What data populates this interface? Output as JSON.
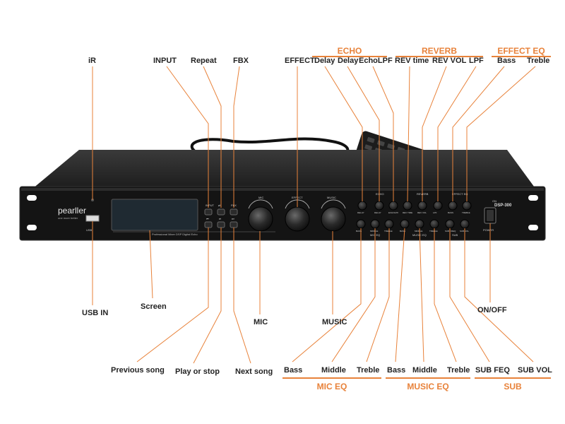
{
  "colors": {
    "accent": "#e8823a",
    "device": "#1a1a1a",
    "knob": "#2a2a2a",
    "text": "#222222"
  },
  "groups": {
    "echo": "ECHO",
    "reverb": "REVERB",
    "effect_eq": "EFFECT EQ",
    "mic_eq": "MIC EQ",
    "music_eq": "MUSIC EQ",
    "sub": "SUB"
  },
  "top_labels": {
    "ir": "iR",
    "input": "INPUT",
    "repeat": "Repeat",
    "fbx": "FBX",
    "effect": "EFFECT",
    "delay1": "Delay",
    "delay2": "Delay",
    "echo_lpf": "EchoLPF",
    "rev_time": "REV time",
    "rev_vol": "REV VOL",
    "lpf": "LPF",
    "bass": "Bass",
    "treble": "Treble"
  },
  "bottom_labels": {
    "usb_in": "USB IN",
    "screen": "Screen",
    "mic": "MIC",
    "music": "MUSIC",
    "on_off": "ON/OFF",
    "previous_song": "Previous song",
    "play_or_stop": "Play or stop",
    "next_song": "Next song",
    "mic_bass": "Bass",
    "mic_middle": "Middle",
    "mic_treble": "Treble",
    "music_bass": "Bass",
    "music_middle": "Middle",
    "music_treble": "Treble",
    "sub_feq": "SUB FEQ",
    "sub_vol": "SUB VOL"
  },
  "device": {
    "brand": "pearller",
    "tagline": "one more better",
    "model": "DSP-300",
    "usb_port_label": "USB",
    "screen_caption": "Professional Mixer DSP Digital Echo",
    "power_label": "POWER",
    "on_label": "ON",
    "btn_input": "INPUT",
    "btn_repeat": "⇄",
    "btn_fbx": "FBX",
    "btn_prev": "⏮",
    "btn_play": "⏯",
    "btn_next": "⏭",
    "knob_mic": "MIC",
    "knob_effect": "EFFECT",
    "knob_music": "MUSIC",
    "panel_echo": "ECHO",
    "panel_reverb": "REVERB",
    "panel_effect_eq": "EFFECT EQ",
    "panel_mic_eq": "MIC EQ",
    "panel_music_eq": "MUSIC EQ",
    "panel_sub": "SUB",
    "k_delay1": "DELAY",
    "k_delay2": "DELAY",
    "k_echolpf": "ECHOLPF",
    "k_revtime": "REV TIME",
    "k_revvol": "REV VOL",
    "k_lpf": "LPF",
    "k_bass_e": "BASS",
    "k_treble_e": "TREBLE",
    "k_bass_m": "BASS",
    "k_middle_m": "MIDDLE",
    "k_treble_m": "TREBLE",
    "k_bass_mu": "BASS",
    "k_middle_mu": "MIDDLE",
    "k_treble_mu": "TREBLE",
    "k_subfreq": "SUB FREQ",
    "k_subvol": "SUB VOL"
  }
}
